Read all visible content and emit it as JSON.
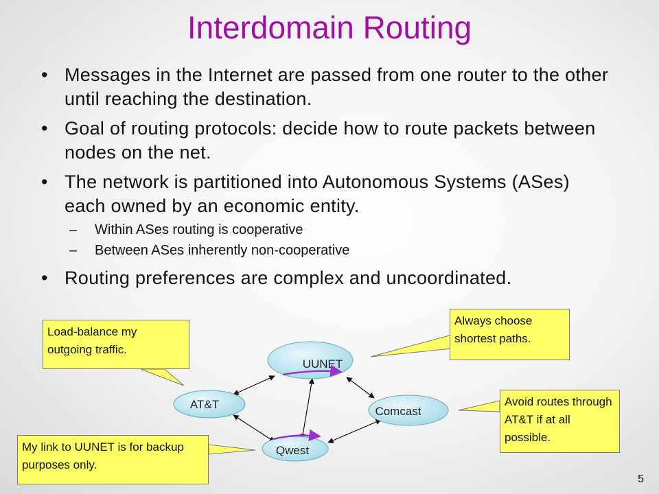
{
  "title": "Interdomain Routing",
  "bullets": [
    "Messages in the Internet are passed from one router to the other until reaching the destination.",
    "Goal of routing protocols: decide how to route packets between nodes on the net.",
    "The network is partitioned into Autonomous Systems (ASes) each owned by an economic entity."
  ],
  "sub_bullets": [
    "Within ASes routing is cooperative",
    "Between ASes inherently non-cooperative"
  ],
  "last_bullet": "Routing preferences are complex and uncoordinated.",
  "nodes": {
    "uunet": "UUNET",
    "att": "AT&T",
    "comcast": "Comcast",
    "qwest": "Qwest"
  },
  "callouts": {
    "att": "Load-balance my outgoing traffic.",
    "uunet": "Always choose shortest paths.",
    "comcast": "Avoid routes through AT&T if at all possible.",
    "qwest": "My link to UUNET is for backup purposes only."
  },
  "colors": {
    "title": "#a010a0",
    "callout_fill": "#ffff66",
    "node_fill": "#b8e6f0",
    "highlight": "#9933cc"
  },
  "page_number": "5"
}
